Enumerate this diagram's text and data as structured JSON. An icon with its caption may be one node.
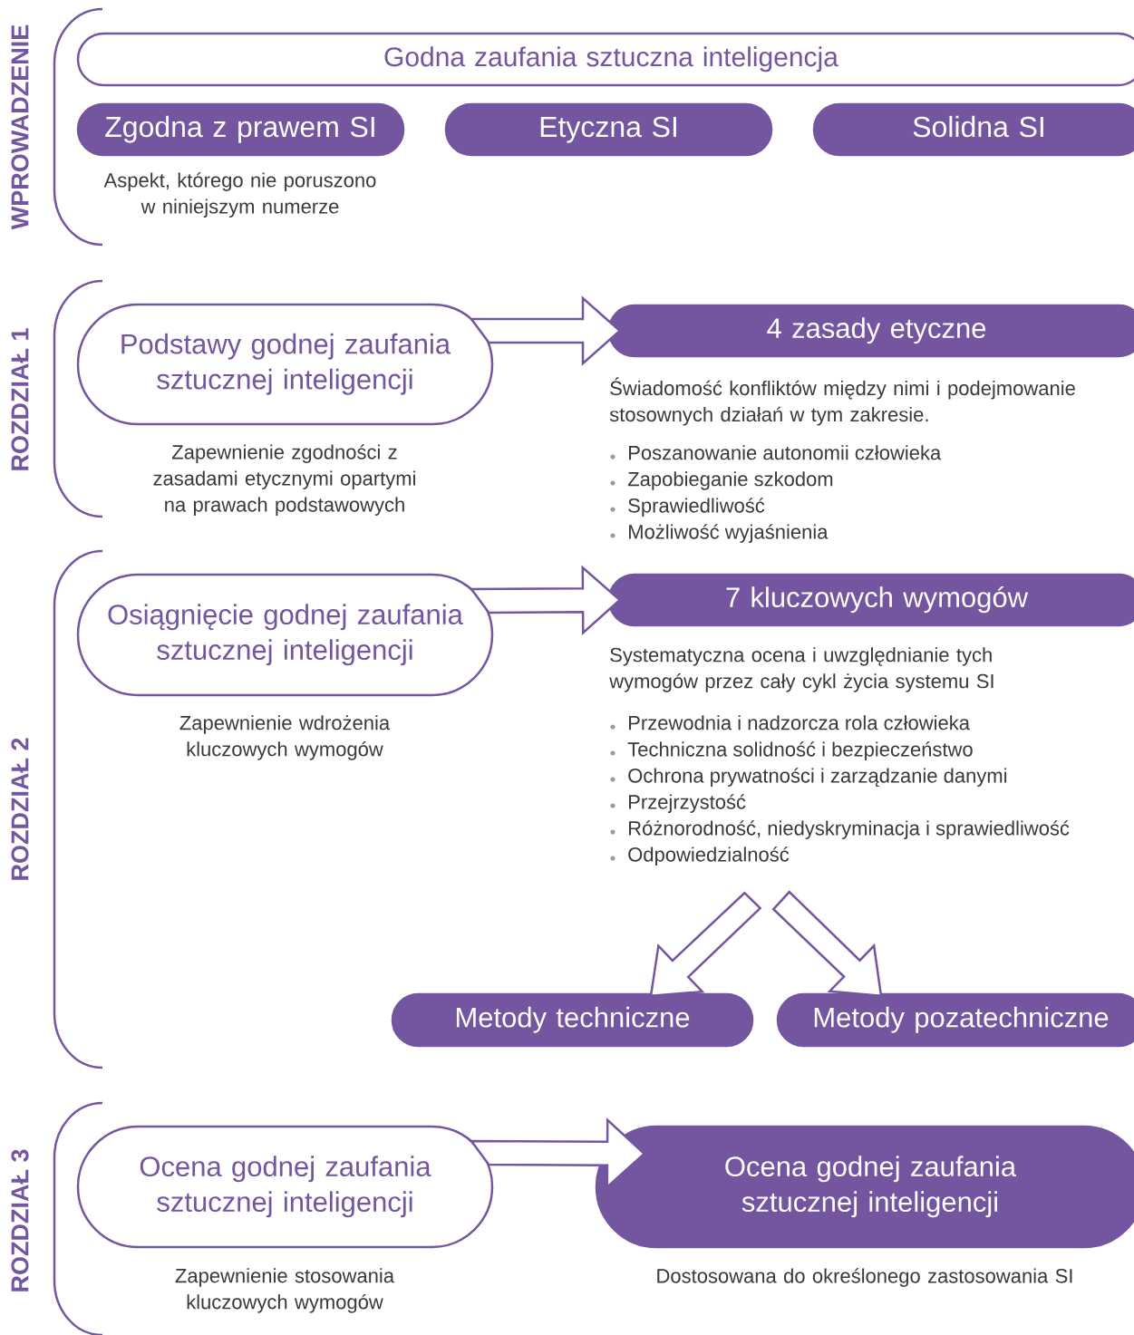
{
  "diagram": {
    "nodes": [
      {
        "text": [
          "Godna zaufania sztuczna inteligencja"
        ]
      },
      {
        "text": [
          "Zgodna z prawem SI"
        ],
        "beside": [
          "Aspekt, którego nie poruszono w niniejszym numerze"
        ]
      },
      {
        "text": [
          "Etyczna SI"
        ]
      },
      {
        "text": [
          "Solidna SI"
        ]
      },
      {
        "text": [
          "Podstawy godnej zaufania sztucznej inteligencji"
        ],
        "beside": [
          "Zapewnienie zgodności z zasadami etycznymi opartymi na prawach podstawowych"
        ]
      },
      {
        "text": [
          "4 zasady etyczne"
        ],
        "beside": [
          "Świadomość konfliktów między nimi i podejmowanie stosownych działań w tym zakresie.",
          "Poszanowanie autonomii człowieka",
          "Zapobieganie szkodom",
          "Sprawiedliwość",
          "Możliwość wyjaśnienia"
        ]
      },
      {
        "text": [
          "Osiągnięcie godnej zaufania sztucznej inteligencji"
        ],
        "beside": [
          "Zapewnienie wdrożenia kluczowych wymogów"
        ]
      },
      {
        "text": [
          "7 kluczowych wymogów"
        ],
        "beside": [
          "Systematyczna ocena i uwzględnianie tych wymogów przez cały cykl życia systemu SI",
          "Przewodnia i nadzorcza rola człowieka",
          "Techniczna solidność i bezpieczeństwo",
          "Ochrona prywatności i zarządzanie danymi",
          "Przejrzystość",
          "Różnorodność, niedyskryminacja i sprawiedliwość",
          "Odpowiedzialność"
        ]
      },
      {
        "text": [
          "Metody techniczne"
        ]
      },
      {
        "text": [
          "Metody pozatechniczne"
        ]
      },
      {
        "text": [
          "Ocena godnej zaufania sztucznej inteligencji"
        ],
        "beside": [
          "Zapewnienie stosowania kluczowych wymogów"
        ]
      },
      {
        "text": [
          "Ocena godnej zaufania sztucznej inteligencji"
        ],
        "beside": [
          "Dostosowana do określonego zastosowania SI"
        ]
      }
    ],
    "edges": [
      {
        "from": 4,
        "to": 5,
        "arrow": "to"
      },
      {
        "from": 6,
        "to": 7,
        "arrow": "to"
      },
      {
        "from": 7,
        "to": 8,
        "arrow": "to"
      },
      {
        "from": 7,
        "to": 9,
        "arrow": "to"
      },
      {
        "from": 10,
        "to": 11,
        "arrow": "to"
      }
    ],
    "labels": [
      "WPROWADZENIE",
      "ROZDZIAŁ 1",
      "ROZDZIAŁ 2",
      "ROZDZIAŁ 3"
    ]
  }
}
